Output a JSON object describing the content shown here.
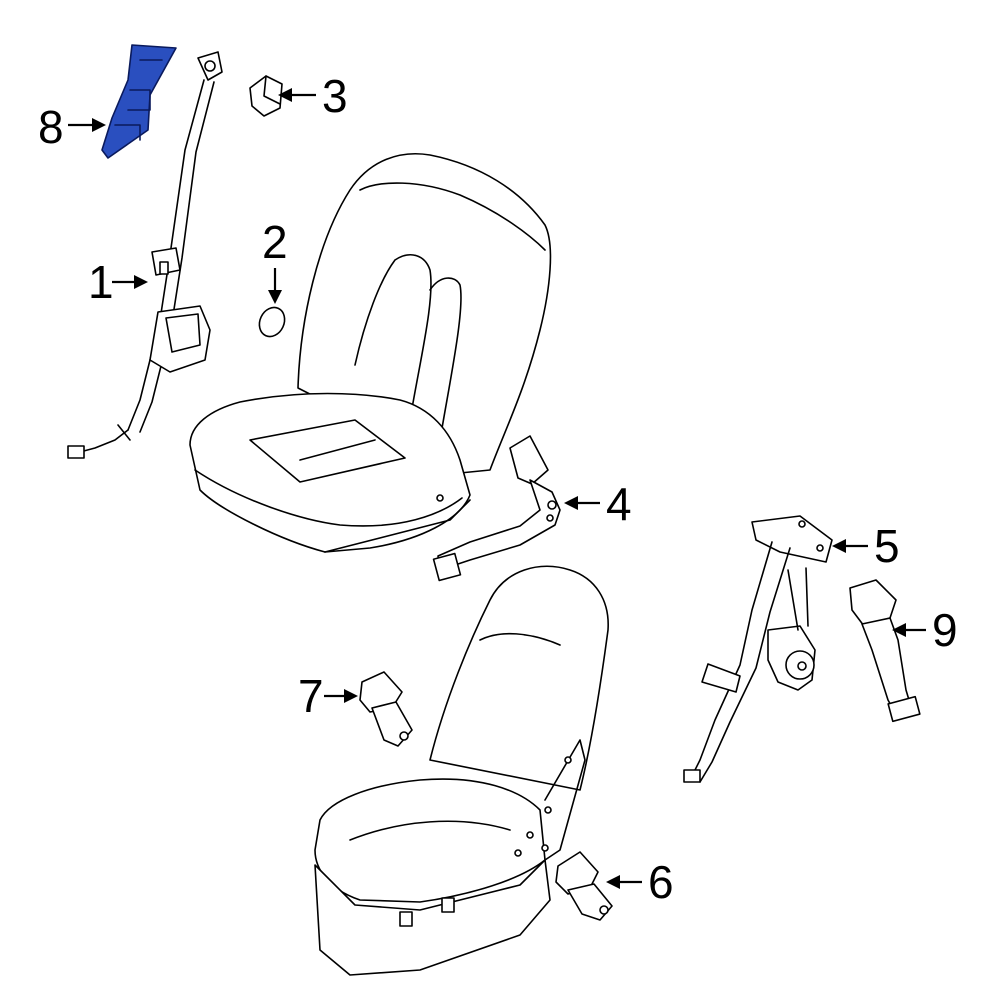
{
  "highlight_color": "#2a4fbf",
  "line_color": "#000000",
  "background": "#ffffff",
  "callouts": {
    "c1": "1",
    "c2": "2",
    "c3": "3",
    "c4": "4",
    "c5": "5",
    "c6": "6",
    "c7": "7",
    "c8": "8",
    "c9": "9"
  },
  "highlighted_part": "8"
}
